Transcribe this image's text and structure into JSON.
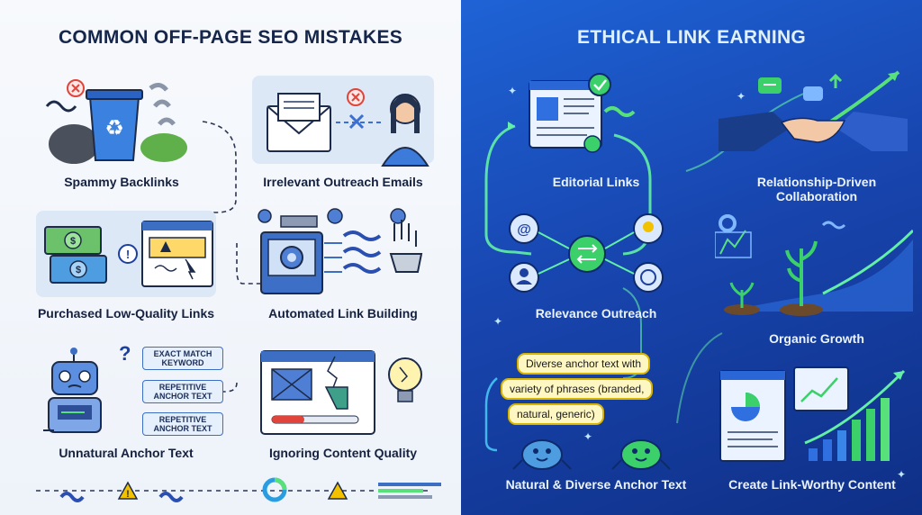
{
  "left": {
    "title": "COMMON OFF-PAGE SEO MISTAKES",
    "items": {
      "spammy": "Spammy Backlinks",
      "outreach": "Irrelevant Outreach Emails",
      "purchased": "Purchased Low-Quality Links",
      "automated": "Automated Link Building",
      "anchor": "Unnatural Anchor Text",
      "content": "Ignoring Content Quality"
    },
    "keywords": {
      "k1a": "EXACT MATCH",
      "k1b": "KEYWORD",
      "k2a": "REPETITIVE",
      "k2b": "ANCHOR TEXT",
      "k3a": "REPETITIVE",
      "k3b": "ANCHOR TEXT"
    }
  },
  "right": {
    "title": "ETHICAL LINK EARNING",
    "items": {
      "editorial": "Editorial Links",
      "relationship1": "Relationship-Driven",
      "relationship2": "Collaboration",
      "relevance": "Relevance Outreach",
      "organic": "Organic Growth",
      "anchor": "Natural & Diverse Anchor Text",
      "content": "Create Link-Worthy Content"
    },
    "pills": {
      "p1": "Diverse anchor text with",
      "p2": "variety of phrases (branded,",
      "p3": "natural, generic)"
    }
  },
  "colors": {
    "left_bg": "#f3f6fb",
    "right_bg": "#1846b0",
    "accent_green": "#58e07a",
    "warning": "#f2c200",
    "error": "#e0443a"
  }
}
